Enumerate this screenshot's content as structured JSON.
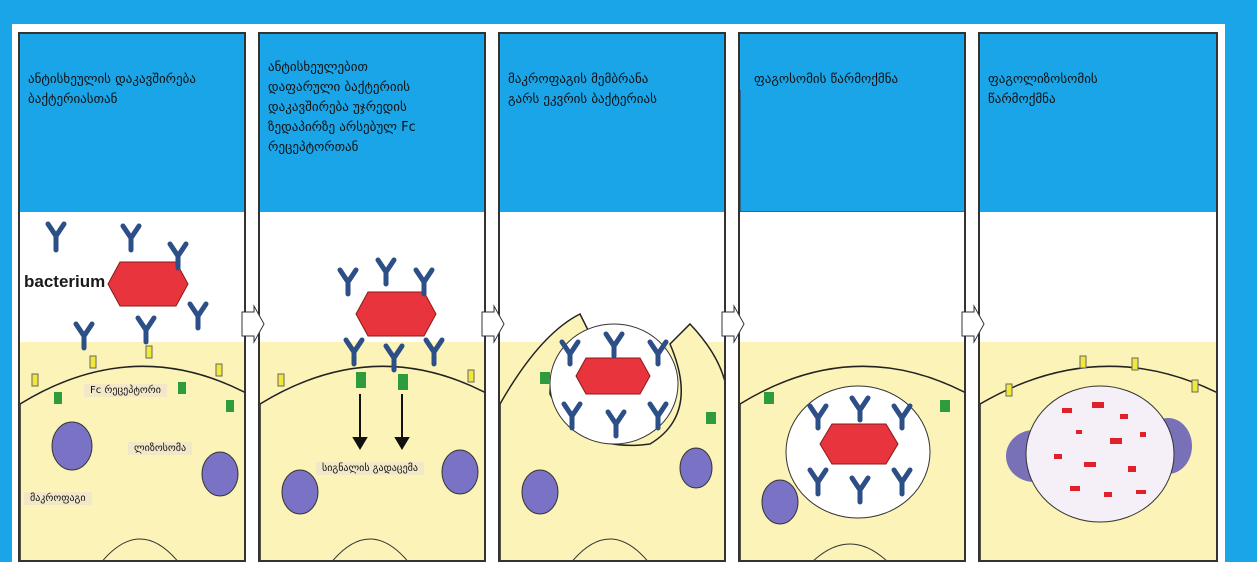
{
  "panels": [
    {
      "heading": "ანტისხეულის დაკავშირება\n        ბაქტერიასთან",
      "labels": {
        "bacterium": "bacterium",
        "receptor": "Fc რეცეპტორი",
        "lysosome": "ლიზოსომა",
        "macrophage": "მაკროფაგი"
      }
    },
    {
      "heading": "   ანტისხეულებით\n   დაფარული ბაქტერიის\n   დაკავშირება  უჯრედის\n   ზედაპირზე არსებულ Fc\n       რეცეპტორთან",
      "labels": {
        "signal": "სიგნალის გადაცემა"
      }
    },
    {
      "heading": "მაკროფაგის მემბრანა\nგარს ეკვრის ბაქტერიას"
    },
    {
      "heading": "ფაგოსომის წარმოქმნა"
    },
    {
      "heading": "   ფაგოლიზოსომის\n        წარმოქმნა"
    }
  ],
  "colors": {
    "frame": "#1aa5e8",
    "cell": "#fbf3b7",
    "bacterium": "#e8343c",
    "antibody": "#2c4f87",
    "receptor_green": "#2e9b3c",
    "receptor_yellow": "#f1e83a",
    "nucleus": "#7a72c4",
    "debris": "#e0202a"
  }
}
